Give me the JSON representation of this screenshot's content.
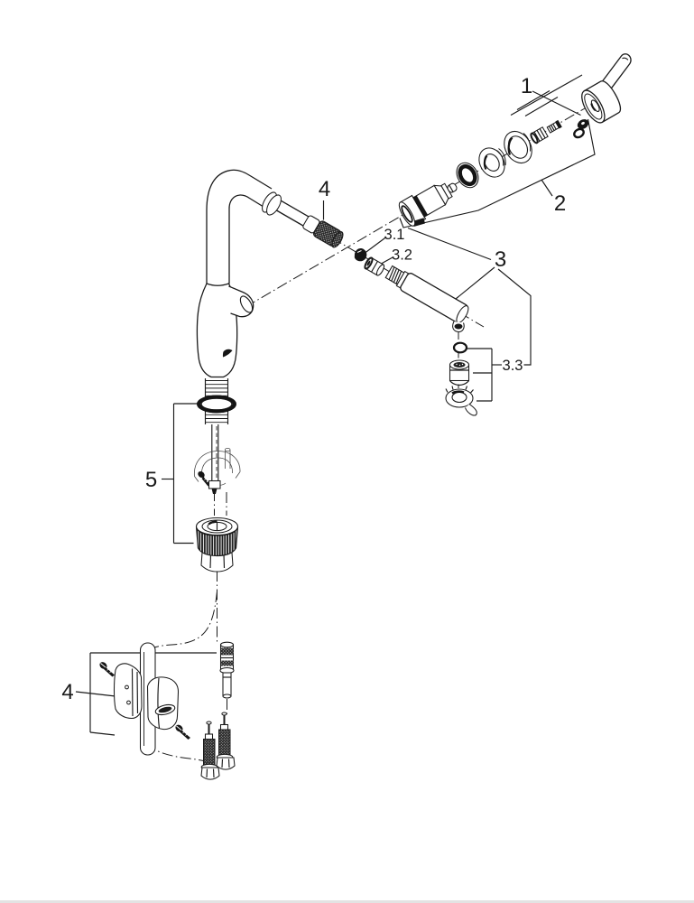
{
  "window": {
    "background_color": "#ffffff",
    "line_color": "#1a1a1a",
    "bottom_bar_color": "#e3e3e3"
  },
  "diagram": {
    "kind": "exploded-parts-technical-drawing",
    "subject": "single-lever kitchen mixer tap with pull-out spout",
    "callouts": [
      {
        "text": "1"
      },
      {
        "text": "2"
      },
      {
        "text": "3"
      },
      {
        "text": "3.1"
      },
      {
        "text": "3.2"
      },
      {
        "text": "3.3"
      },
      {
        "text": "4"
      },
      {
        "text": "5"
      },
      {
        "text": "4"
      }
    ]
  }
}
